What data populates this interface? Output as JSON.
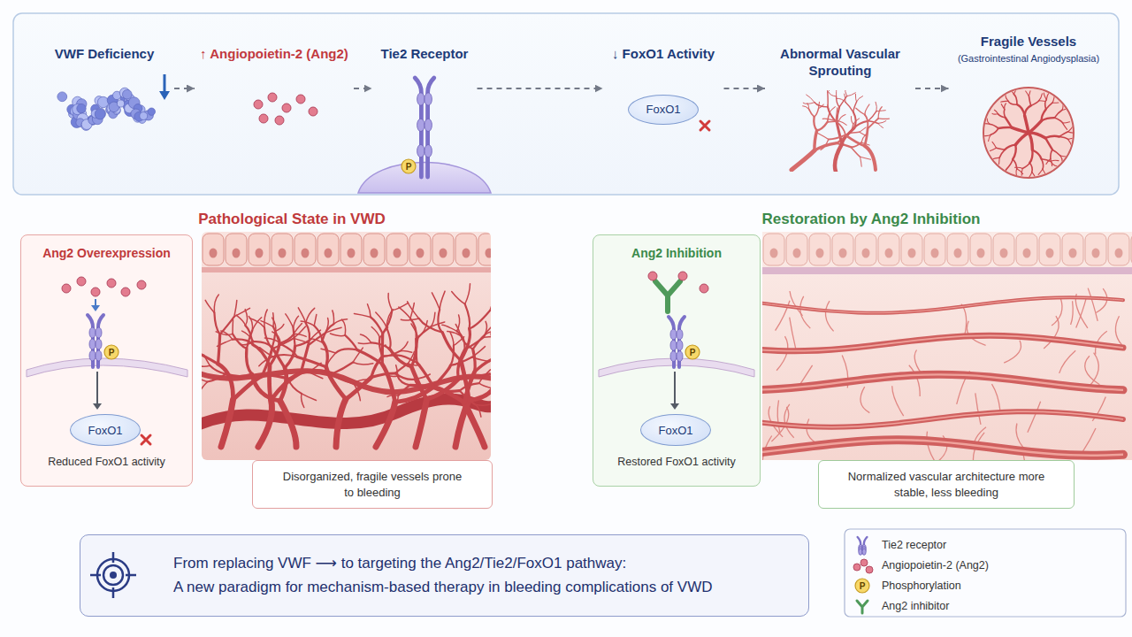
{
  "diagram": {
    "nodes": [
      {
        "text": [
          "VWF Deficiency"
        ]
      },
      {
        "text": [
          "↑ Angiopoietin-2 (Ang2)"
        ]
      },
      {
        "text": [
          "Tie2 Receptor"
        ]
      },
      {
        "text": [
          "↓ FoxO1 Activity",
          "FoxO1"
        ]
      },
      {
        "text": [
          "Abnormal Vascular Sprouting"
        ]
      },
      {
        "text": [
          "Fragile Vessels",
          "(Gastrointestinal Angiodysplasia)"
        ]
      },
      {
        "text": [
          "Ang2 Overexpression",
          "Reduced FoxO1 activity"
        ]
      },
      {
        "text": [
          "FoxO1"
        ],
        "in": 6
      },
      {
        "text": [
          "Disorganized, fragile vessels prone to bleeding"
        ]
      },
      {
        "text": [
          "Ang2 Inhibition",
          "Restored FoxO1 activity"
        ]
      },
      {
        "text": [
          "FoxO1"
        ],
        "in": 9
      },
      {
        "text": [
          "Normalized vascular architecture more stable, less bleeding"
        ]
      },
      {
        "text": [
          "From replacing VWF ⟶ to targeting the Ang2/Tie2/FoxO1 pathway:",
          "A new paradigm for mechanism-based therapy in bleeding complications of VWD"
        ]
      }
    ],
    "edges": [
      {
        "from": 0,
        "to": 1,
        "arrow": "to"
      },
      {
        "from": 1,
        "to": 2,
        "arrow": "to"
      },
      {
        "from": 2,
        "to": 3,
        "arrow": "to"
      },
      {
        "from": 3,
        "to": 4,
        "arrow": "to"
      },
      {
        "from": 4,
        "to": 5,
        "arrow": "to"
      }
    ],
    "labels": [
      "P",
      "Pathological State in VWD",
      "P",
      "Restoration by Ang2 Inhibition",
      "P",
      "P"
    ],
    "legend": [
      {
        "text": "Tie2 receptor"
      },
      {
        "text": "Angiopoietin-2 (Ang2)"
      },
      {
        "text": "Phosphorylation"
      },
      {
        "text": "Ang2 inhibitor"
      }
    ]
  }
}
